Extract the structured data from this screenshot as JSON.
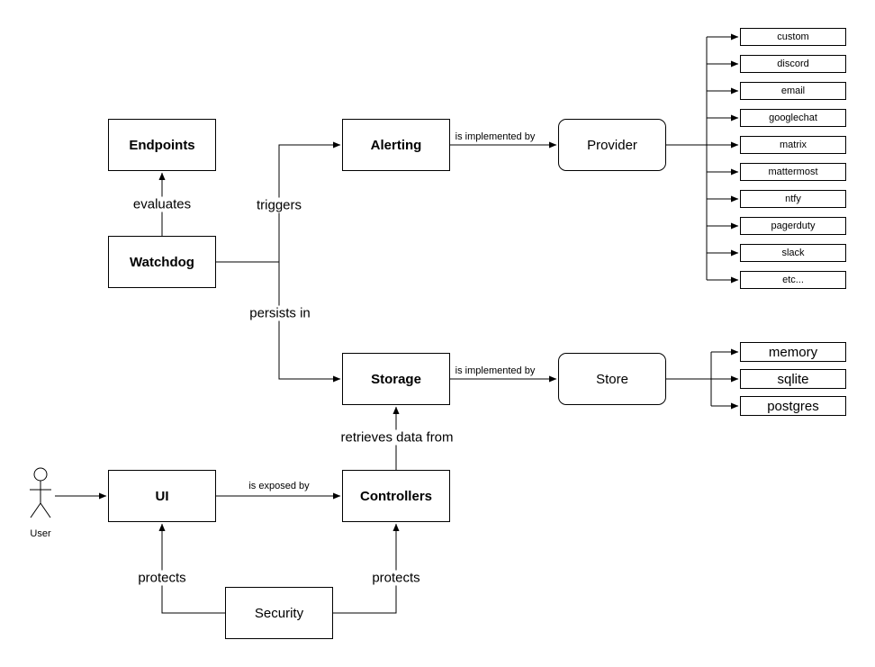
{
  "diagram": {
    "nodes": {
      "endpoints": "Endpoints",
      "watchdog": "Watchdog",
      "alerting": "Alerting",
      "provider": "Provider",
      "storage": "Storage",
      "store": "Store",
      "ui": "UI",
      "controllers": "Controllers",
      "security": "Security"
    },
    "providers": [
      "custom",
      "discord",
      "email",
      "googlechat",
      "matrix",
      "mattermost",
      "ntfy",
      "pagerduty",
      "slack",
      "etc..."
    ],
    "stores": [
      "memory",
      "sqlite",
      "postgres"
    ],
    "edge_labels": {
      "evaluates": "evaluates",
      "triggers": "triggers",
      "persists_in": "persists in",
      "alerting_implemented_by": "is implemented by",
      "storage_implemented_by": "is implemented by",
      "retrieves_data_from": "retrieves data from",
      "is_exposed_by": "is exposed by",
      "protects_ui": "protects",
      "protects_controllers": "protects"
    },
    "actor": {
      "label": "User"
    },
    "colors": {
      "stroke": "#000000",
      "background": "#ffffff"
    }
  }
}
